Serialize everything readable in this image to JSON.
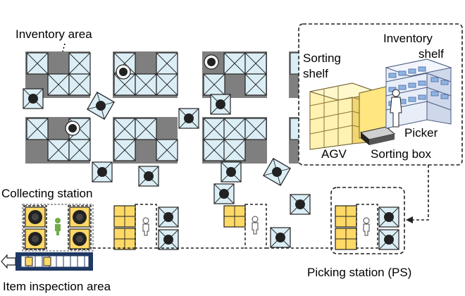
{
  "labels": {
    "inventory_area": "Inventory area",
    "collecting_station": "Collecting station",
    "item_inspection_area": "Item inspection area",
    "picking_station": "Picking station (PS)",
    "sorting_shelf": [
      "Sorting",
      "shelf"
    ],
    "inventory_shelf": [
      "Inventory",
      "shelf"
    ],
    "picker": "Picker",
    "agv": "AGV",
    "sorting_box": "Sorting box"
  },
  "icons": {
    "shelf": "inventory-shelf-icon",
    "agv": "agv-icon",
    "sorting_shelf": "sorting-shelf-icon",
    "worker": "worker-icon",
    "conveyor": "conveyor-icon"
  },
  "colors": {
    "zone_gray": "#7f7f7f",
    "shelf_cell": "#dbeef6",
    "sorting_yellow": "#ffd966",
    "agv_ring": "#222222",
    "worker_green": "#70ad47",
    "conveyor_blue": "#1f3864"
  }
}
